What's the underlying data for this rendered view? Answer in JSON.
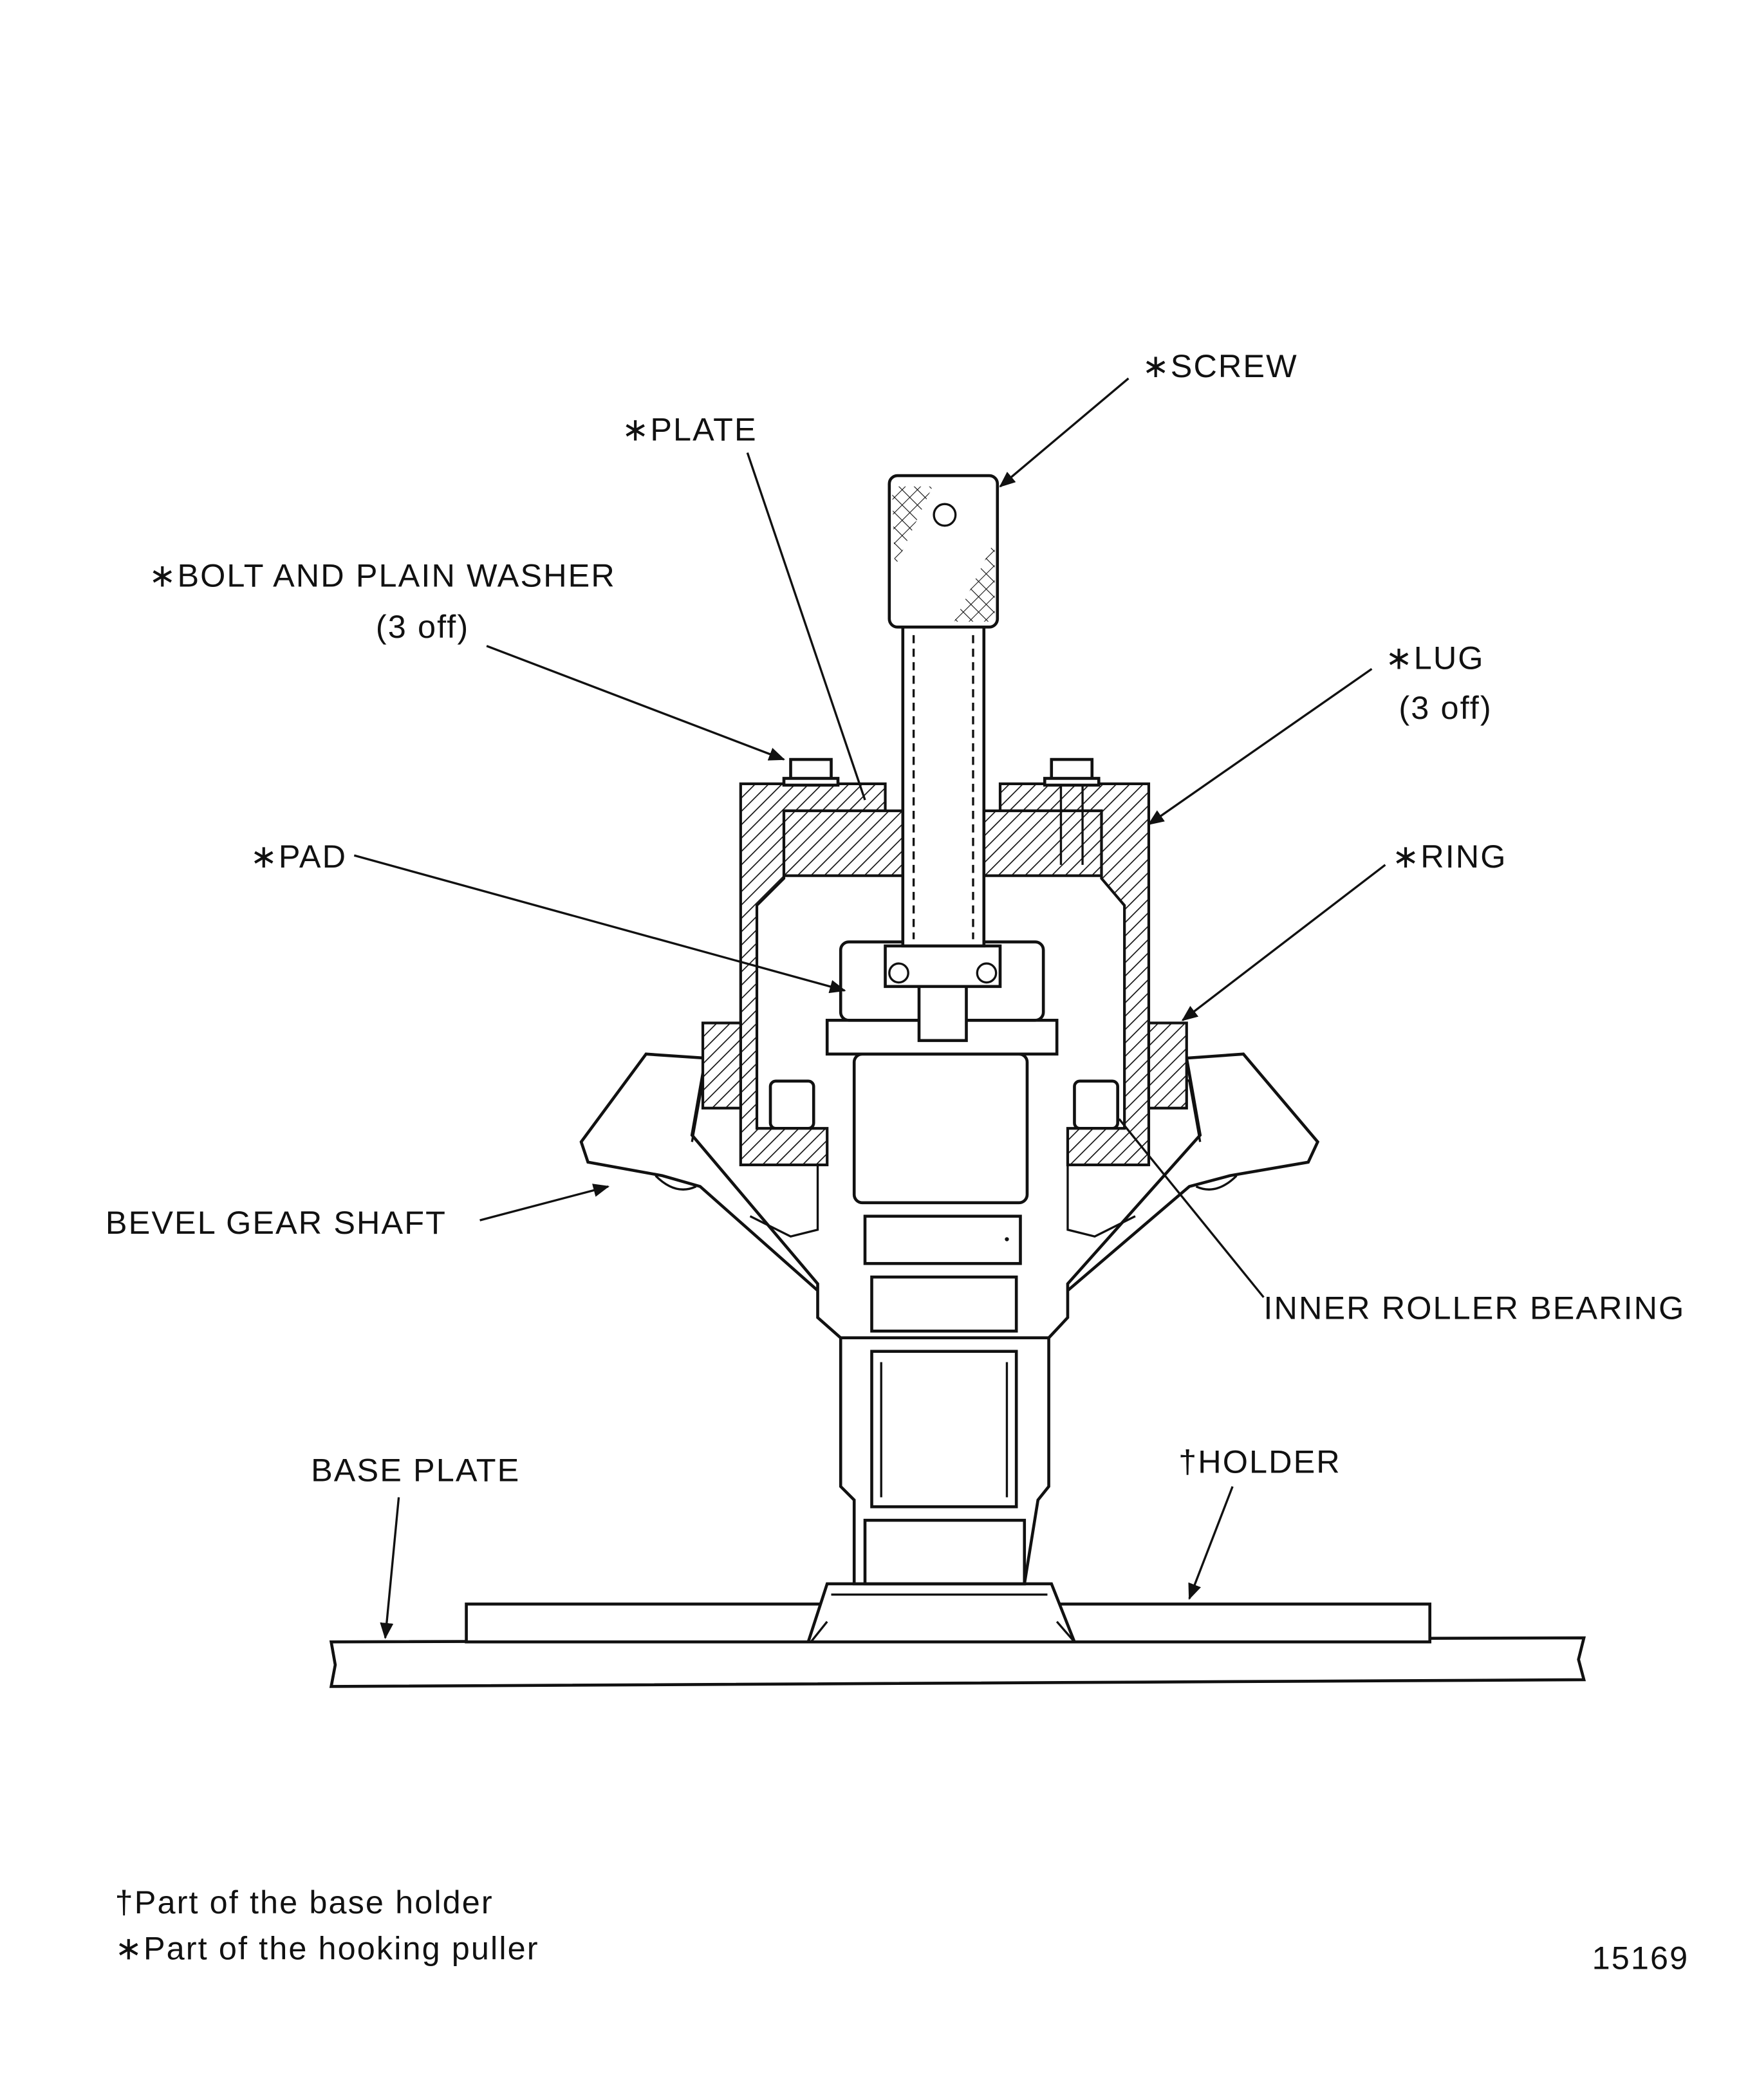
{
  "labels": {
    "screw": "∗SCREW",
    "plate": "∗PLATE",
    "bolt": "∗BOLT AND PLAIN WASHER",
    "bolt_qty": "(3 off)",
    "lug": "∗LUG",
    "lug_qty": "(3 off)",
    "pad": "∗PAD",
    "ring": "∗RING",
    "bevel_gear_shaft": "BEVEL GEAR SHAFT",
    "inner_roller_bearing": "INNER ROLLER BEARING",
    "base_plate": "BASE PLATE",
    "holder": "†HOLDER"
  },
  "legend": {
    "dagger": "†Part of the base holder",
    "asterisk": "∗Part of the hooking puller"
  },
  "figure_number": "15169"
}
